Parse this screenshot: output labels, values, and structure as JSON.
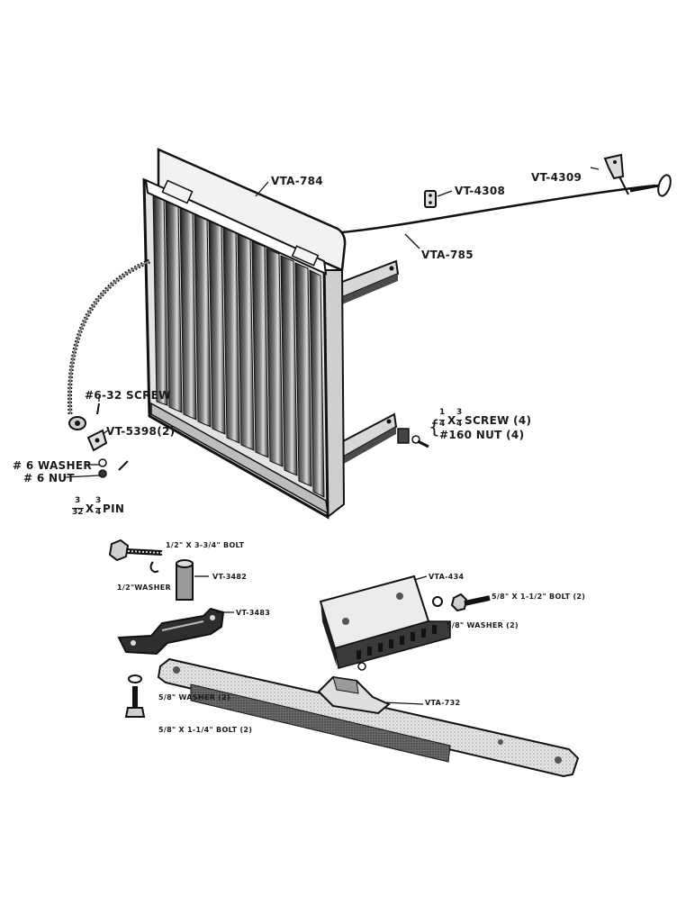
{
  "parts": {
    "shutter_assembly": "VTA-784",
    "control_cable": "VTA-785",
    "cable_clip": "VT-4308",
    "control_bracket": "VT-4309",
    "cable_clamp": "VT-5398(2)",
    "spacer": "VT-3482",
    "lower_bracket": "VT-3483",
    "support_bracket": "VTA-434",
    "support_bar": "VTA-732"
  },
  "hardware": {
    "screw_632": "#6-32 SCREW",
    "washer_6": "# 6 WASHER",
    "nut_6": "# 6 NUT",
    "pin_suffix": "PIN",
    "pin_num": "3",
    "pin_den": "32",
    "pin_num2": "3",
    "pin_den2": "4",
    "screw_quarter_suffix": "SCREW (4)",
    "screw_q_num": "1",
    "screw_q_den": "4",
    "screw_q_num2": "3",
    "screw_q_den2": "4",
    "nut_160": "#160 NUT (4)",
    "bolt_half": "1/2\" X 3-3/4\" BOLT",
    "washer_half": "1/2\"WASHER",
    "bolt_58_112": "5/8\" X 1-1/2\" BOLT (2)",
    "washer_58_a": "5/8\" WASHER (2)",
    "washer_58_b": "5/8\" WASHER (2)",
    "bolt_58_114": "5/8\" X 1-1/4\" BOLT (2)"
  }
}
